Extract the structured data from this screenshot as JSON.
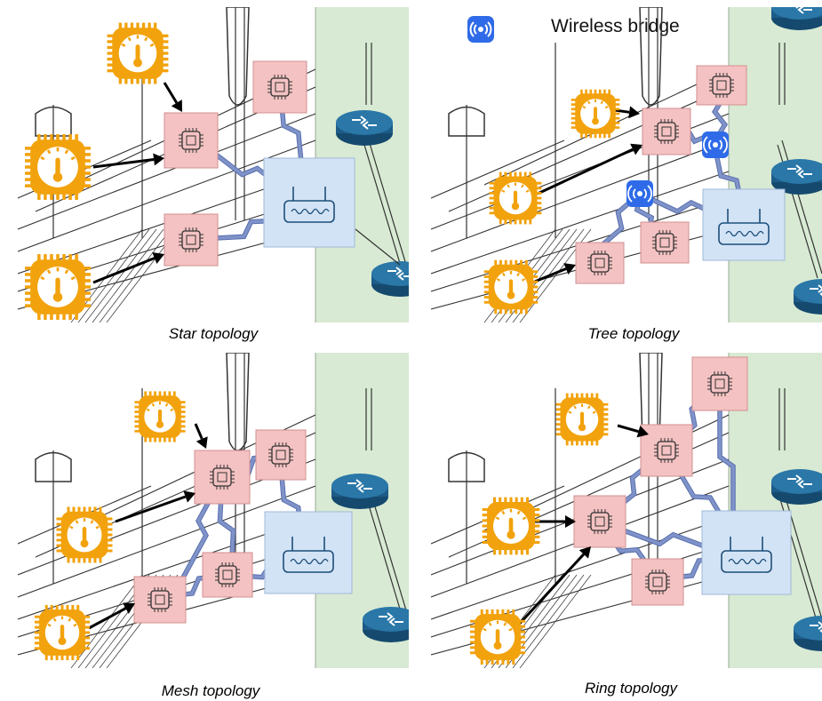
{
  "legend": {
    "icon": "wireless-bridge-icon",
    "label": "Wireless bridge"
  },
  "panels": [
    {
      "id": "star",
      "caption": "Star topology"
    },
    {
      "id": "tree",
      "caption": "Tree topology"
    },
    {
      "id": "mesh",
      "caption": "Mesh topology"
    },
    {
      "id": "ring",
      "caption": "Ring topology"
    }
  ],
  "icons": {
    "sensor": "temperature-sensor-icon",
    "node": "microcontroller-chip-icon",
    "gateway": "wireless-gateway-icon",
    "router": "router-icon",
    "bridge": "wireless-bridge-icon"
  },
  "colors": {
    "sensor_orange": "#f2a20c",
    "node_fill": "#f4c2c2",
    "gateway_fill": "#d3e3f6",
    "green_area": "#d8ead3",
    "router_blue": "#1d5c88",
    "link_blue": "#7f93c9",
    "bridge_blue": "#2f6be8"
  }
}
